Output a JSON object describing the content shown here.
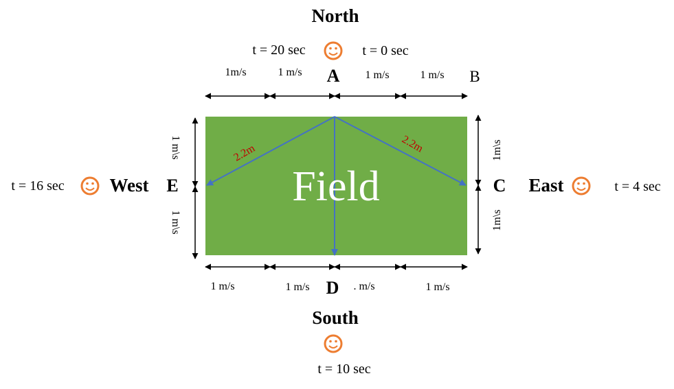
{
  "directions": {
    "north": "North",
    "south": "South",
    "east": "East",
    "west": "West"
  },
  "field": {
    "label": "Field",
    "color": "#70ad47"
  },
  "points": {
    "a": "A",
    "b": "B",
    "c": "C",
    "d": "D",
    "e": "E"
  },
  "times": {
    "north_left": "t = 20 sec",
    "north_right": "t = 0 sec",
    "west": "t = 16 sec",
    "east": "t = 4 sec",
    "south": "t = 10 sec"
  },
  "speeds": {
    "top": [
      "1m/s",
      "1 m/s",
      "1 m/s",
      "1 m/s"
    ],
    "bottom": [
      "1 m/s",
      "1 m/s",
      ". m/s",
      "1 m/s"
    ],
    "left": [
      "1 m\\s",
      "1 m\\s"
    ],
    "right": [
      "1m\\s",
      "1m\\s"
    ]
  },
  "distances": {
    "left_diagonal": "2.2m",
    "right_diagonal": "2.2m"
  },
  "colors": {
    "smiley": "#ed7d31",
    "path_line": "#4472c4",
    "distance_text": "#c00000"
  },
  "icons": {
    "walker": "smiley-face-icon"
  }
}
